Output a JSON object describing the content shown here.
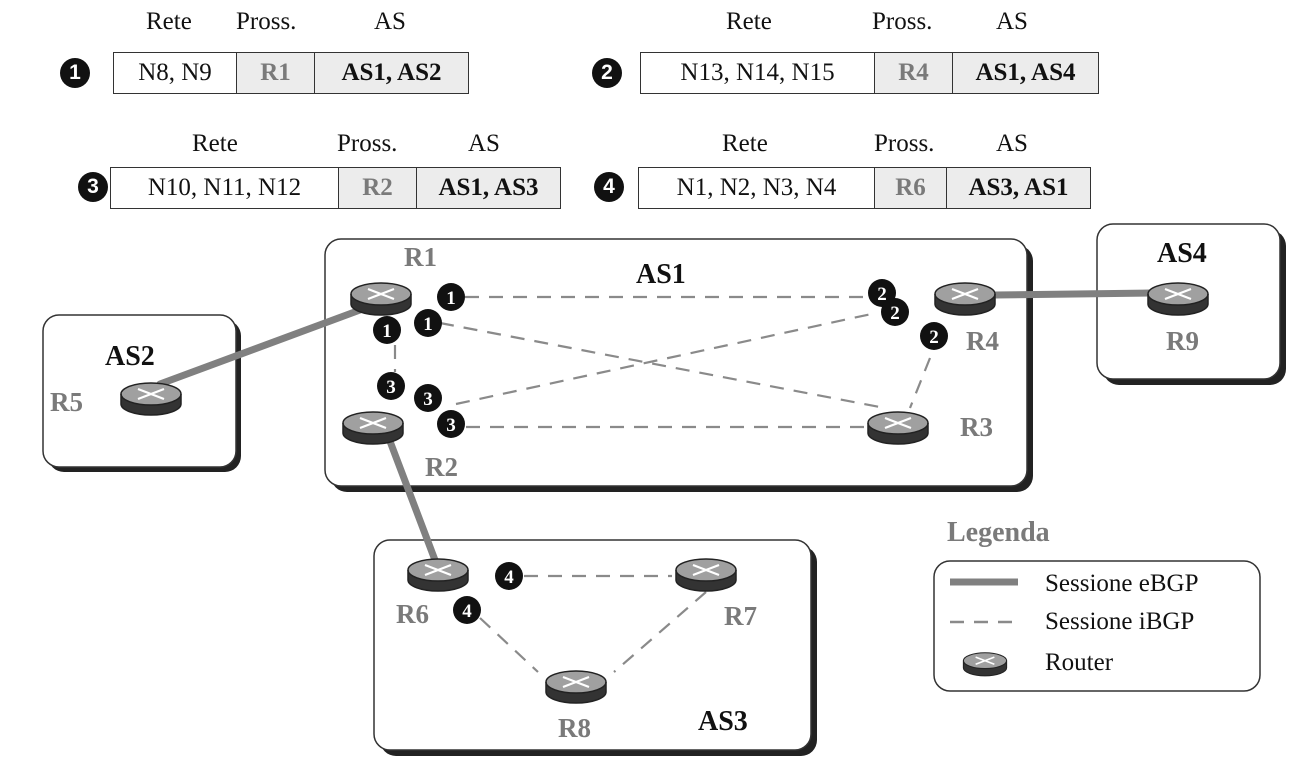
{
  "tables": [
    {
      "num": "1",
      "headers": {
        "rete": "Rete",
        "next": "Pross.",
        "as": "AS"
      },
      "rete": "N8, N9",
      "next": "R1",
      "as": "AS1, AS2"
    },
    {
      "num": "2",
      "headers": {
        "rete": "Rete",
        "next": "Pross.",
        "as": "AS"
      },
      "rete": "N13, N14, N15",
      "next": "R4",
      "as": "AS1, AS4"
    },
    {
      "num": "3",
      "headers": {
        "rete": "Rete",
        "next": "Pross.",
        "as": "AS"
      },
      "rete": "N10, N11, N12",
      "next": "R2",
      "as": "AS1, AS3"
    },
    {
      "num": "4",
      "headers": {
        "rete": "Rete",
        "next": "Pross.",
        "as": "AS"
      },
      "rete": "N1, N2, N3, N4",
      "next": "R6",
      "as": "AS3, AS1"
    }
  ],
  "as_labels": {
    "as1": "AS1",
    "as2": "AS2",
    "as3": "AS3",
    "as4": "AS4"
  },
  "routers": {
    "r1": "R1",
    "r2": "R2",
    "r3": "R3",
    "r4": "R4",
    "r5": "R5",
    "r6": "R6",
    "r7": "R7",
    "r8": "R8",
    "r9": "R9"
  },
  "badges": {
    "r1_a": "1",
    "r1_b": "1",
    "r1_c": "1",
    "r4_a": "2",
    "r4_b": "2",
    "r4_c": "2",
    "r2_a": "3",
    "r2_b": "3",
    "r2_c": "3",
    "r6_a": "4",
    "r6_b": "4"
  },
  "legend": {
    "title": "Legenda",
    "ebgp": "Sessione eBGP",
    "ibgp": "Sessione iBGP",
    "router": "Router"
  },
  "colors": {
    "ebgp_line": "#808080",
    "ibgp_line": "#8a8a8a",
    "router_fill": "#9a9a9a",
    "badge": "#111111",
    "router_label": "#7a7a7a"
  }
}
